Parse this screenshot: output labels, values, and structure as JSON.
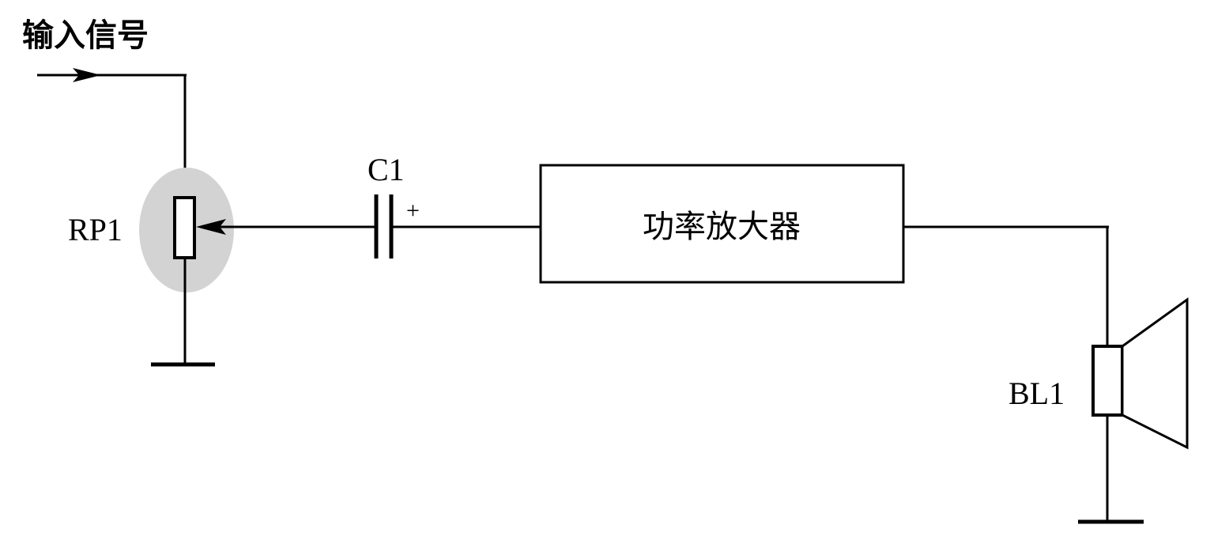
{
  "diagram": {
    "input_label": "输入信号",
    "potentiometer_label": "RP1",
    "capacitor_label": "C1",
    "capacitor_polarity": "+",
    "amplifier_label": "功率放大器",
    "speaker_label": "BL1",
    "highlight_color": "#d3d3d3",
    "line_color": "#000000"
  }
}
